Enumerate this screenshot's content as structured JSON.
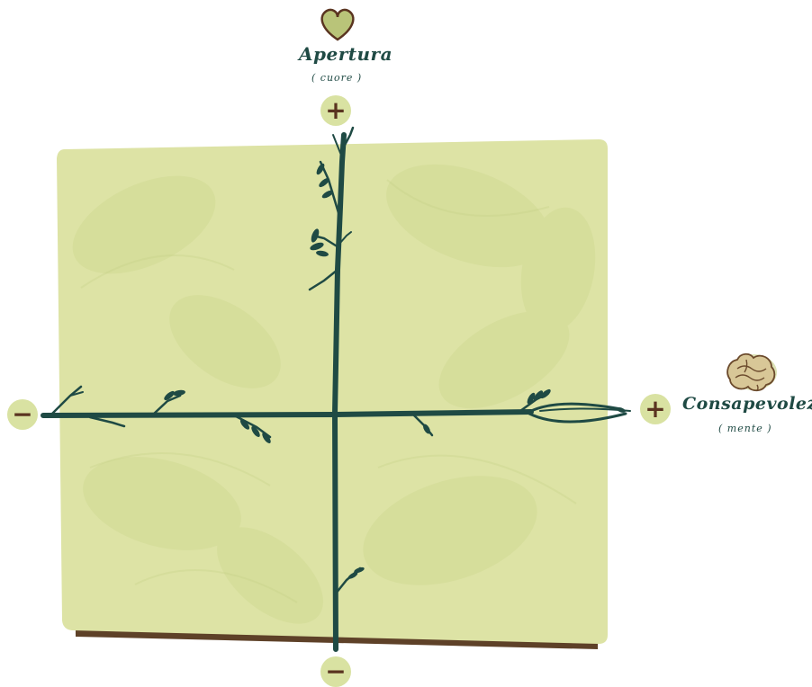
{
  "vertical_axis": {
    "title": "Apertura",
    "subtitle": "( cuore )",
    "icon": "heart-icon",
    "positive_symbol": "+",
    "negative_symbol": "−"
  },
  "horizontal_axis": {
    "title": "Consapevolezza",
    "subtitle": "( mente )",
    "icon": "brain-icon",
    "positive_symbol": "+",
    "negative_symbol": "−"
  },
  "colors": {
    "panel": "#dde3a5",
    "panel_shadow": "#5e4128",
    "branch": "#1f4a44",
    "badge": "#d9e2a2",
    "sign": "#5a3420",
    "heart": "#b9c479",
    "brain": "#d8c797"
  }
}
